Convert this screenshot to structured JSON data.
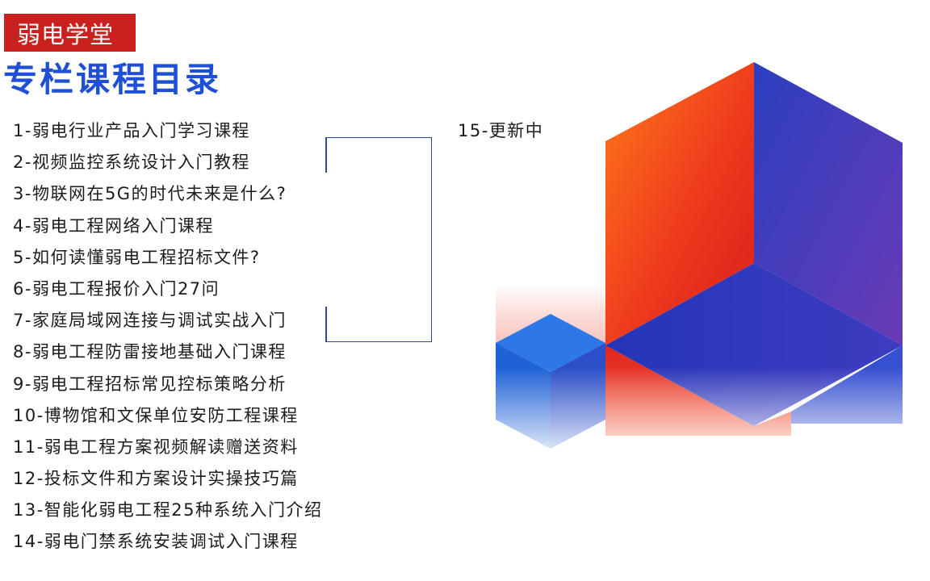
{
  "brand": {
    "name": "弱电学堂",
    "color": "#c9211e"
  },
  "title": "专栏课程目录",
  "title_color": "#1f4fd4",
  "courses": [
    "1-弱电行业产品入门学习课程",
    "2-视频监控系统设计入门教程",
    "3-物联网在5G的时代未来是什么?",
    "4-弱电工程网络入门课程",
    "5-如何读懂弱电工程招标文件?",
    "6-弱电工程报价入门27问",
    "7-家庭局域网连接与调试实战入门",
    "8-弱电工程防雷接地基础入门课程",
    "9-弱电工程招标常见控标策略分析",
    "10-博物馆和文保单位安防工程课程",
    "11-弱电工程方案视频解读赠送资料",
    "12-投标文件和方案设计实操技巧篇",
    "13-智能化弱电工程25种系统入门介绍",
    "14-弱电门禁系统安装调试入门课程"
  ],
  "course_15": "15-更新中",
  "colors": {
    "cube_red": "#e8321c",
    "cube_orange": "#ff7a1a",
    "cube_blue": "#2448c8",
    "cube_purple": "#5a3ab8",
    "small_cube_blue": "#1f62d6"
  }
}
